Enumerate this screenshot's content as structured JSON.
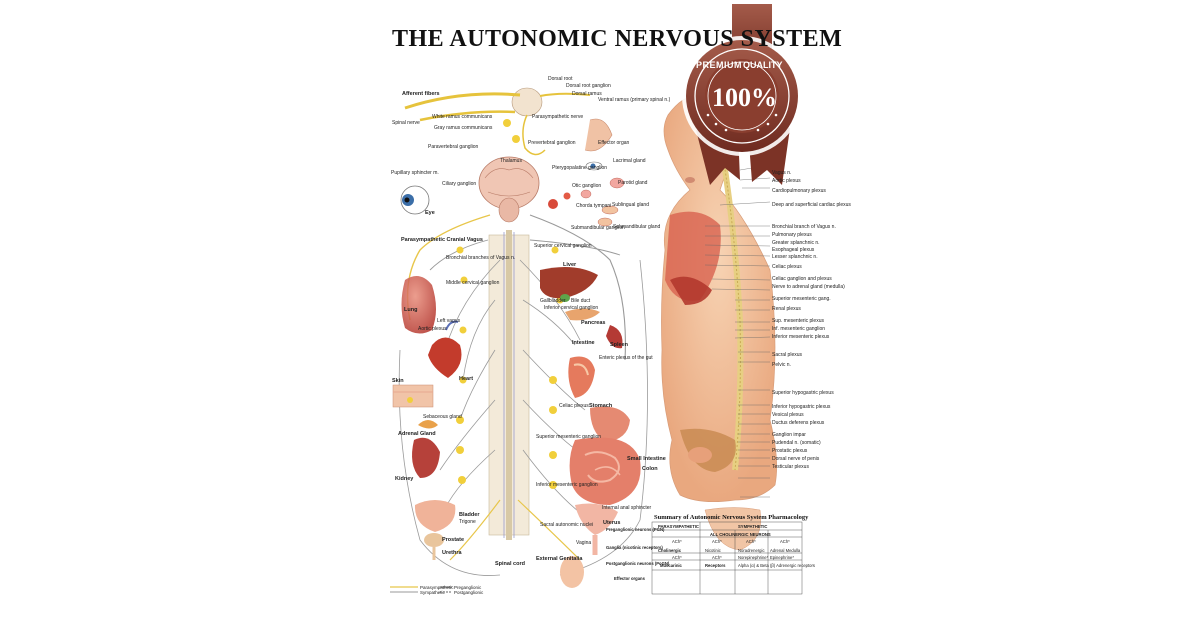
{
  "title": "THE AUTONOMIC NERVOUS SYSTEM",
  "seal": {
    "ring_left": "PREMIUM",
    "ring_right": "QUALITY",
    "value": "100%"
  },
  "labels": {
    "afferent_fibers": "Afferent fibers",
    "spinal_nerve": "Spinal nerve",
    "dorsal_root": "Dorsal root",
    "dorsal_root_ganglion": "Dorsal root ganglion",
    "dorsal_ramus": "Dorsal ramus",
    "ventral_ramus": "Ventral ramus (primary spinal n.)",
    "white_ramus": "White ramus communicans",
    "gray_ramus": "Gray ramus communicans",
    "paravertebral_ganglion": "Paravertebral ganglion",
    "parasympathetic_nerve": "Parasympathetic nerve",
    "effector_organ": "Effector organ",
    "prevertebral_ganglion": "Prevertebral ganglion",
    "thalamus": "Thalamus",
    "pupillary_sphincter": "Pupillary sphincter m.",
    "ciliary_ganglion": "Ciliary ganglion",
    "eye": "Eye",
    "pterygopalatine_ganglion": "Pterygopalatine ganglion",
    "lacrimal_gland": "Lacrimal gland",
    "parotid_gland": "Parotid gland",
    "otic_ganglion": "Otic ganglion",
    "chorda_tympani": "Chorda tympani",
    "sublingual_gland": "Sublingual gland",
    "submandibular_gland": "Submandibular gland",
    "submandibular_ganglion": "Submandibular ganglion",
    "superior_cervical_ganglion": "Superior cervical ganglion",
    "vagus_nerve": "Parasympathetic Cranial Vagus",
    "bronchial_branches": "Bronchial branches of Vagus n.",
    "middle_cervical_ganglion": "Middle cervical ganglion",
    "lung": "Lung",
    "left_vagus": "Left vagus",
    "aortic_plexus": "Aortic plexus",
    "heart": "Heart",
    "skin": "Skin",
    "sweat_gland": "Sebaceous gland",
    "adrenal_gland": "Adrenal Gland",
    "kidney": "Kidney",
    "liver": "Liver",
    "gallbladder": "Gallbladder",
    "bile_duct": "Bile duct",
    "celiac_ganglion": "Inferior cervical ganglion",
    "pancreas": "Pancreas",
    "spleen": "Spleen",
    "intestine": "Intestine",
    "stomach": "Stomach",
    "small_intestine": "Small Intestine",
    "colon": "Colon",
    "bladder": "Bladder",
    "prostate": "Prostate",
    "urethra": "Urethra",
    "uterus": "Uterus",
    "spinal_cord": "Spinal cord",
    "external_genitalia": "External Genitalia",
    "vagina": "Vagina",
    "trigone": "Trigone",
    "internal_anal_sphincter": "Internal anal sphincter",
    "celiac_plexus": "Celiac plexus",
    "superior_mesenteric_ganglion": "Superior mesenteric ganglion",
    "inferior_mesenteric_ganglion": "Inferior mesenteric ganglion",
    "myenteric_plexus": "Enteric plexus of the gut",
    "sacral_ganglion": "Sacral autonomic nuclei"
  },
  "right_labels": [
    "Vagus n.",
    "Aortic plexus",
    "Cardiopulmonary plexus",
    "Deep and superficial cardiac plexus",
    "Bronchial branch of Vagus n.",
    "Pulmonary plexus",
    "Greater splanchnic n.",
    "Esophageal plexus",
    "Lesser splanchnic n.",
    "Celiac plexus",
    "Celiac ganglion and plexus",
    "Nerve to adrenal gland (medulla)",
    "Superior mesenteric gang.",
    "Renal plexus",
    "Sup. mesenteric plexus",
    "Inf. mesenteric ganglion",
    "Inferior mesenteric plexus",
    "Sacral plexus",
    "Pelvic n.",
    "Superior hypogastric plexus",
    "Inferior hypogastric plexus",
    "Vesical plexus",
    "Ductus deferens plexus",
    "Ganglion impar",
    "Pudendal n. (somatic)",
    "Prostatic plexus",
    "Dorsal nerve of penis",
    "Testicular plexus"
  ],
  "summary": {
    "title": "Summary of Autonomic Nervous System Pharmacology",
    "parasympathetic": "PARASYMPATHETIC",
    "sympathetic": "SYMPATHETIC",
    "all_cholinergic": "ALL CHOLINERGIC NEURONS",
    "ach": "ACh*",
    "cholinergic": "Cholinergic",
    "nicotinic": "Nicotinic",
    "noradrenergic": "Noradrenergic",
    "norepinephrine": "Norepinephrine*",
    "epinephrine": "Epinephrine*",
    "adrenal_medulla": "Adrenal Medulla",
    "muscarinic": "Muscarinic",
    "receptors": "Receptors",
    "alpha_beta": "Alpha (α) & Beta (β) Adrenergic receptors",
    "preganglionic": "Preganglionic neurons (PGN)",
    "ganglia": "Ganglia (nicotinic receptors)",
    "postganglionic": "Postganglionic neurons (PoGN)",
    "effector_organs": "Effector organs"
  },
  "legend": {
    "parasympathetic": "Parasympathetic",
    "sympathetic": "Sympathetic",
    "preganglionic": "Preganglionic",
    "postganglionic": "Postganglionic"
  }
}
